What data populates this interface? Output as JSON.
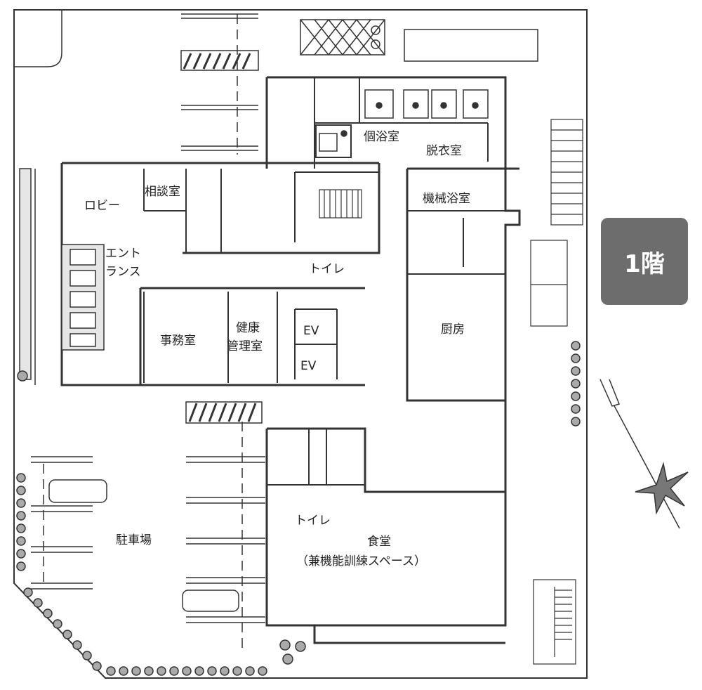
{
  "floor_label": "1階",
  "rooms": {
    "kobuyoku": "個浴室",
    "datsui": "脱衣室",
    "kikaiyoku": "機械浴室",
    "soudan": "相談室",
    "lobby": "ロビー",
    "entrance_1": "エント",
    "entrance_2": "ランス",
    "toilet_upper": "トイレ",
    "jimu": "事務室",
    "kenkou_1": "健康",
    "kenkou_2": "管理室",
    "ev_1": "EV",
    "ev_2": "EV",
    "chubou": "厨房",
    "parking": "駐車場",
    "toilet_lower": "トイレ",
    "shokudo_1": "食堂",
    "shokudo_2": "（兼機能訓練スペース）"
  },
  "colors": {
    "line": "#333333",
    "badge": "#6d6d6d",
    "shrub": "#aaaaaa"
  }
}
